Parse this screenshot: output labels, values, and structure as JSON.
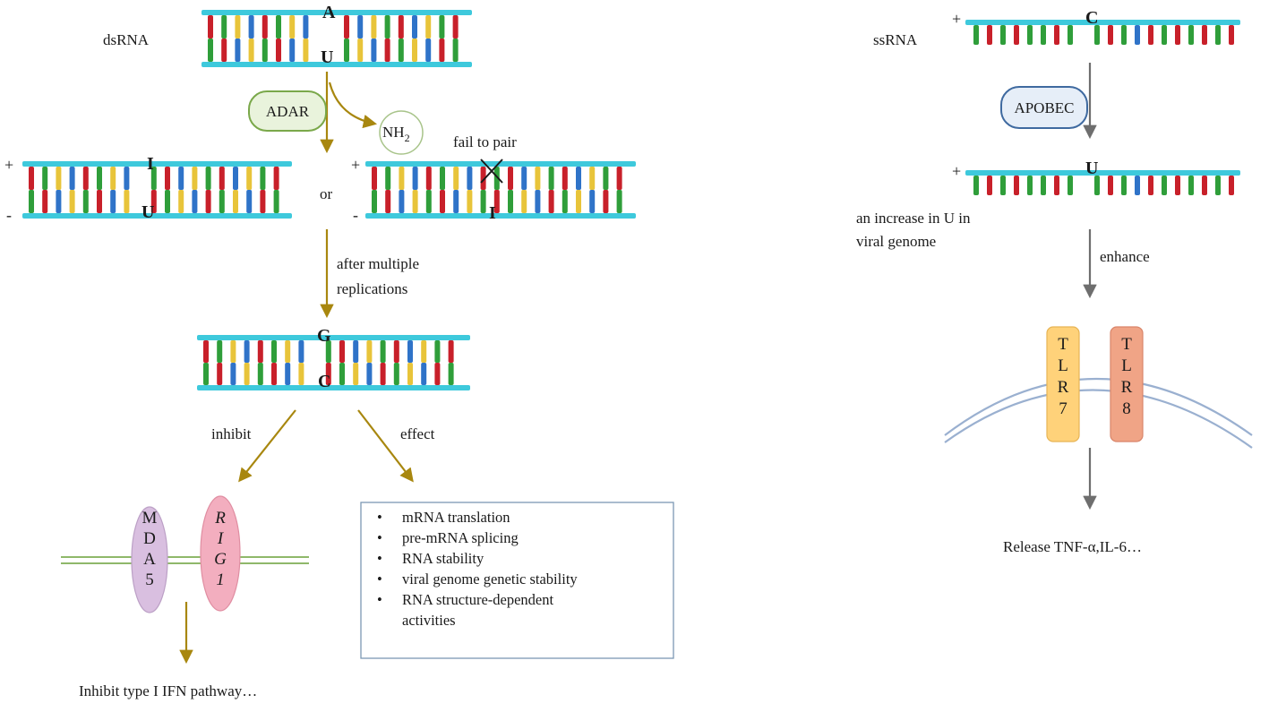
{
  "colors": {
    "backbone": "#3ec9dc",
    "bases": [
      "#c8202a",
      "#2f9e3a",
      "#2f73c8",
      "#e8c43a"
    ],
    "arrow_gold": "#a8870f",
    "arrow_gray": "#6e6e6e",
    "adar_fill": "#e9f3dc",
    "adar_stroke": "#7aa84a",
    "apobec_fill": "#e6eef8",
    "apobec_stroke": "#3f6aa0",
    "mda5_fill": "#d9bfe0",
    "rig1_fill": "#f3aebf",
    "tlr7_fill": "#ffd27a",
    "tlr8_fill": "#f0a486",
    "membrane_left": "#8fb86a",
    "membrane_right": "#9ab0d0"
  },
  "left": {
    "dsrna_label": "dsRNA",
    "top_base": "A",
    "bottom_base": "U",
    "adar_label": "ADAR",
    "nh2_main": "NH",
    "nh2_sub": "2",
    "plus": "+",
    "minus": "-",
    "option1_top": "I",
    "option1_bottom": "U",
    "or": "or",
    "option2_bottom": "I",
    "fail_to_pair": "fail  to pair",
    "after_line1": "after multiple",
    "after_line2": "replications",
    "final_top": "G",
    "final_bottom": "C",
    "inhibit": "inhibit",
    "effect": "effect",
    "mda5": [
      "M",
      "D",
      "A",
      "5"
    ],
    "rig1": [
      "R",
      "I",
      "G",
      "1"
    ],
    "inhibit_pathway": "Inhibit  type I IFN pathway…",
    "effects_list": [
      "mRNA translation",
      "pre-mRNA splicing",
      "RNA stability",
      "viral genome genetic stability",
      "RNA structure-dependent activities"
    ]
  },
  "right": {
    "ssrna_label": "ssRNA",
    "plus": "+",
    "top_base": "C",
    "apobec_label": "APOBEC",
    "after_base": "U",
    "increase_line1": "an increase  in U in",
    "increase_line2": "viral  genome",
    "enhance": "enhance",
    "tlr7": [
      "T",
      "L",
      "R",
      "7"
    ],
    "tlr8": [
      "T",
      "L",
      "R",
      "8"
    ],
    "release": "Release  TNF-α,IL-6…"
  }
}
